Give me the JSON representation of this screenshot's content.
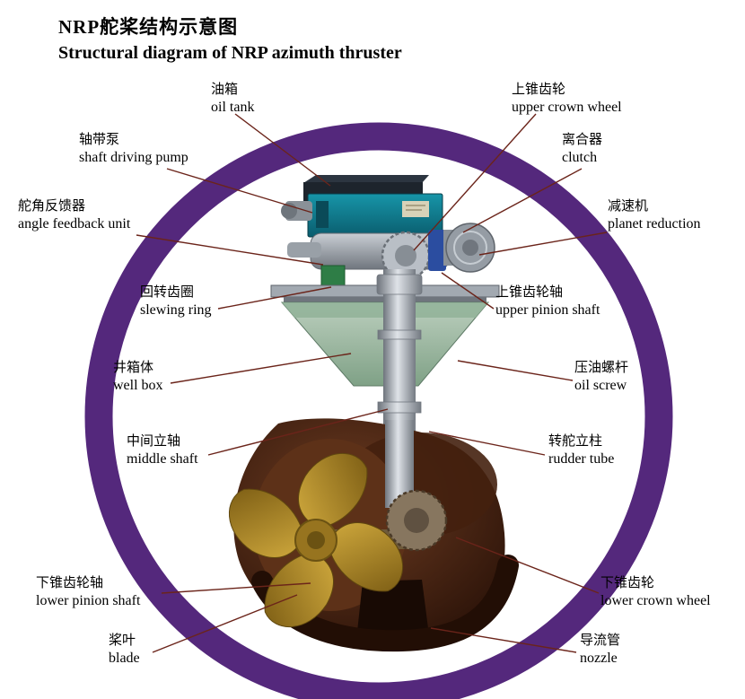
{
  "title": {
    "zh": "NRP舵桨结构示意图",
    "en": "Structural diagram of NRP azimuth thruster"
  },
  "labels": [
    {
      "id": "oil-tank",
      "zh": "油箱",
      "en": "oil tank"
    },
    {
      "id": "upper-crown-wheel",
      "zh": "上锥齿轮",
      "en": "upper crown wheel"
    },
    {
      "id": "shaft-driving-pump",
      "zh": "轴带泵",
      "en": "shaft driving pump"
    },
    {
      "id": "clutch",
      "zh": "离合器",
      "en": "clutch"
    },
    {
      "id": "angle-feedback-unit",
      "zh": "舵角反馈器",
      "en": "angle feedback unit"
    },
    {
      "id": "planet-reduction",
      "zh": "减速机",
      "en": "planet reduction"
    },
    {
      "id": "slewing-ring",
      "zh": "回转齿圈",
      "en": "slewing ring"
    },
    {
      "id": "upper-pinion-shaft",
      "zh": "上锥齿轮轴",
      "en": "upper pinion shaft"
    },
    {
      "id": "well-box",
      "zh": "井箱体",
      "en": "well box"
    },
    {
      "id": "oil-screw",
      "zh": "压油螺杆",
      "en": "oil screw"
    },
    {
      "id": "middle-shaft",
      "zh": "中间立轴",
      "en": "middle shaft"
    },
    {
      "id": "rudder-tube",
      "zh": "转舵立柱",
      "en": "rudder tube"
    },
    {
      "id": "lower-pinion-shaft",
      "zh": "下锥齿轮轴",
      "en": "lower pinion shaft"
    },
    {
      "id": "lower-crown-wheel",
      "zh": "下锥齿轮",
      "en": "lower crown wheel"
    },
    {
      "id": "blade",
      "zh": "桨叶",
      "en": "blade"
    },
    {
      "id": "nozzle",
      "zh": "导流管",
      "en": "nozzle"
    }
  ],
  "colors": {
    "ring": "#54287c",
    "leader_line": "#6b241a",
    "text": "#111111"
  }
}
